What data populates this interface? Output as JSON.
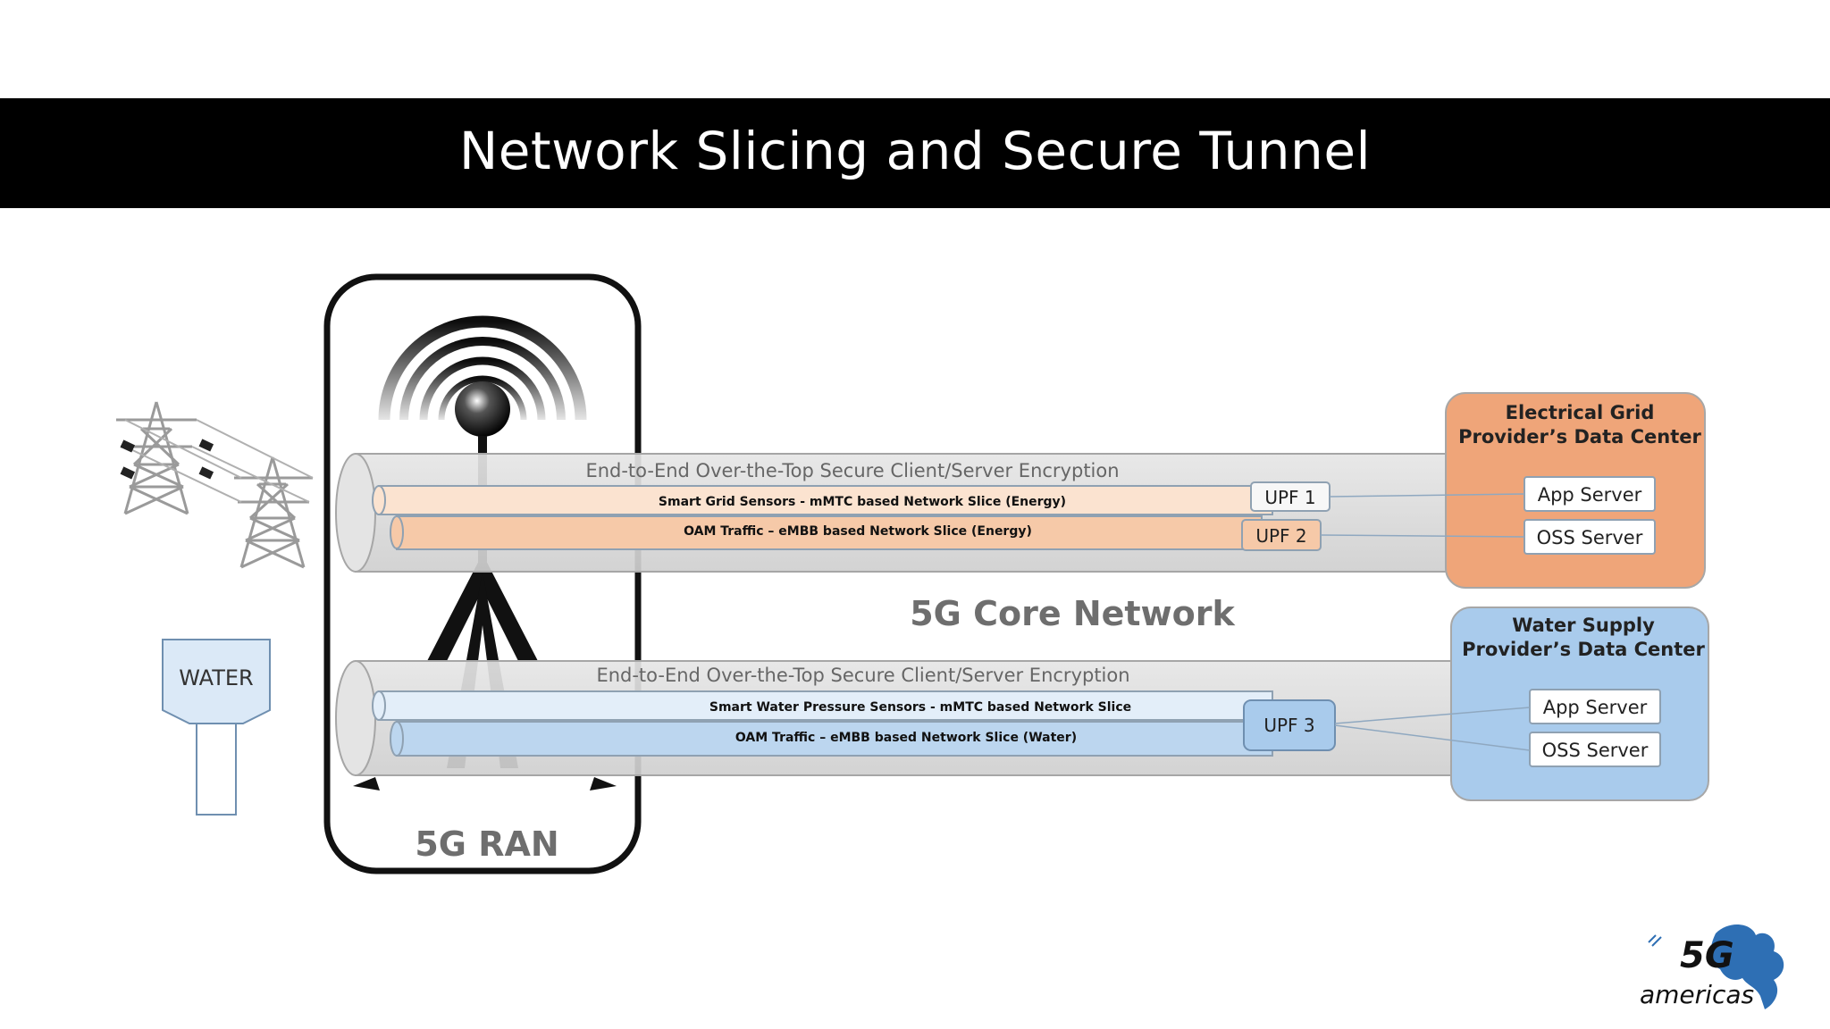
{
  "title": "Network Slicing and Secure Tunnel",
  "ran": {
    "label": "5G RAN"
  },
  "core": {
    "label": "5G Core Network"
  },
  "water_tower": {
    "label": "WATER"
  },
  "energy_tunnel": {
    "header": "End-to-End Over-the-Top Secure Client/Server Encryption",
    "slice_1": "Smart Grid Sensors - mMTC based Network Slice (Energy)",
    "slice_2": "OAM Traffic – eMBB based Network Slice (Energy)",
    "upf_1": "UPF 1",
    "upf_2": "UPF 2"
  },
  "water_tunnel": {
    "header": "End-to-End Over-the-Top Secure Client/Server Encryption",
    "slice_1": "Smart Water Pressure Sensors - mMTC based Network Slice",
    "slice_2": "OAM Traffic – eMBB based Network Slice (Water)",
    "upf_3": "UPF 3"
  },
  "electrical_dc": {
    "title_line1": "Electrical Grid",
    "title_line2": "Provider’s Data Center",
    "app_server": "App Server",
    "oss_server": "OSS Server"
  },
  "water_dc": {
    "title_line1": "Water Supply",
    "title_line2": "Provider’s Data Center",
    "app_server": "App Server",
    "oss_server": "OSS Server"
  },
  "colors": {
    "energy_slice": "#f6c9a8",
    "energy_dc": "#efa579",
    "water_slice": "#bcd6ef",
    "water_dc": "#a9cbec",
    "tunnel": "#d7d7d7"
  },
  "logo": {
    "text_5g": "5G",
    "text_americas": "americas"
  }
}
